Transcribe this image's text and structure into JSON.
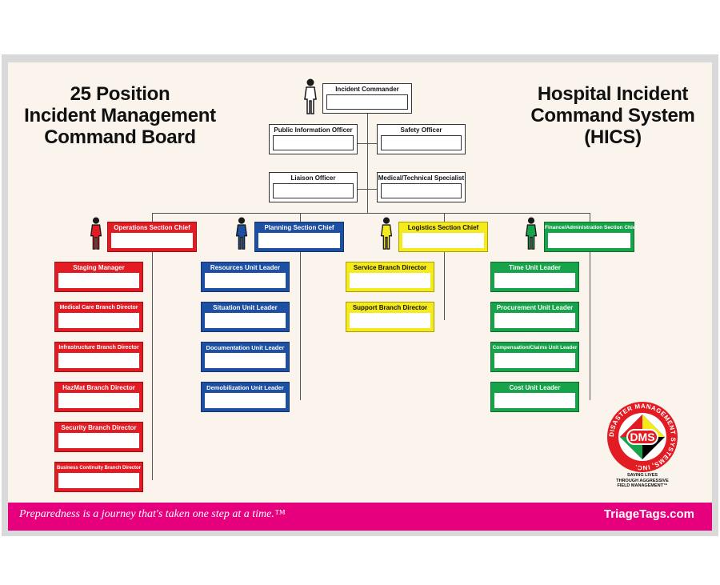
{
  "title_left": [
    "25 Position",
    "Incident Management",
    "Command Board"
  ],
  "title_right": [
    "Hospital Incident",
    "Command System",
    "(HICS)"
  ],
  "command": {
    "incident_commander": "Incident Commander",
    "public_information_officer": "Public Information Officer",
    "safety_officer": "Safety Officer",
    "liaison_officer": "Liaison Officer",
    "medical_technical_specialist": "Medical/Technical Specialist"
  },
  "sections": [
    {
      "chief": "Operations Section Chief",
      "color": "#e31b23",
      "units": [
        "Staging Manager",
        "Medical Care Branch Director",
        "Infrastructure Branch Director",
        "HazMat Branch Director",
        "Security Branch Director",
        "Business Continuity Branch Director"
      ]
    },
    {
      "chief": "Planning Section Chief",
      "color": "#1d4fa3",
      "units": [
        "Resources Unit Leader",
        "Situation Unit Leader",
        "Documentation Unit Leader",
        "Demobilization Unit Leader"
      ]
    },
    {
      "chief": "Logistics Section Chief",
      "color": "#f4ea1c",
      "units": [
        "Service Branch Director",
        "Support Branch Director"
      ]
    },
    {
      "chief": "Finance/Administration Section Chief",
      "color": "#16a34a",
      "units": [
        "Time Unit Leader",
        "Procurement Unit Leader",
        "Compensation/Claims Unit Leader",
        "Cost Unit Leader"
      ]
    }
  ],
  "logo": {
    "ring_text": "DISASTER MANAGEMENT SYSTEMS, INC.",
    "center_text": "DMS",
    "tagline": [
      "SAVING LIVES",
      "THROUGH AGGRESSIVE",
      "FIELD MANAGEMENT™"
    ]
  },
  "footer": {
    "tagline": "Preparedness is a journey that's taken one step at a time.™",
    "site": "TriageTags.com",
    "color": "#e6007e"
  }
}
